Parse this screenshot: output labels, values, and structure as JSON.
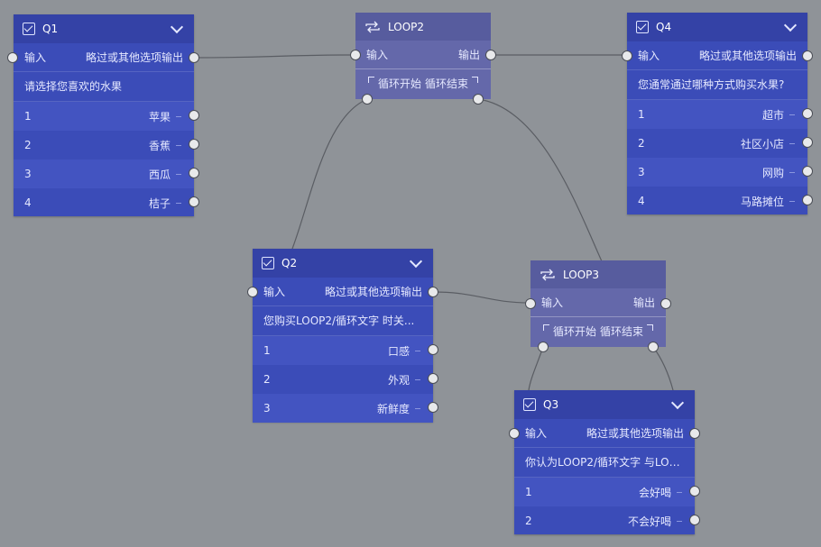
{
  "common": {
    "input_label": "输入",
    "skip_output_label": "略过或其他选项输出",
    "output_label": "输出",
    "loop_start_label": "循环开始",
    "loop_end_label": "循环结束"
  },
  "nodes": {
    "q1": {
      "title": "Q1",
      "question": "请选择您喜欢的水果",
      "options": [
        {
          "num": "1",
          "label": "苹果"
        },
        {
          "num": "2",
          "label": "香蕉"
        },
        {
          "num": "3",
          "label": "西瓜"
        },
        {
          "num": "4",
          "label": "桔子"
        }
      ]
    },
    "q2": {
      "title": "Q2",
      "question": "您购买LOOP2/循环文字 时关...",
      "options": [
        {
          "num": "1",
          "label": "口感"
        },
        {
          "num": "2",
          "label": "外观"
        },
        {
          "num": "3",
          "label": "新鲜度"
        }
      ]
    },
    "q3": {
      "title": "Q3",
      "question": "你认为LOOP2/循环文字 与LOO...",
      "options": [
        {
          "num": "1",
          "label": "会好喝"
        },
        {
          "num": "2",
          "label": "不会好喝"
        }
      ]
    },
    "q4": {
      "title": "Q4",
      "question": "您通常通过哪种方式购买水果?",
      "options": [
        {
          "num": "1",
          "label": "超市"
        },
        {
          "num": "2",
          "label": "社区小店"
        },
        {
          "num": "3",
          "label": "网购"
        },
        {
          "num": "4",
          "label": "马路摊位"
        }
      ]
    },
    "loop2": {
      "title": "LOOP2"
    },
    "loop3": {
      "title": "LOOP3"
    }
  },
  "colors": {
    "canvas": "#8f9398",
    "question_node": "#3b4cb8",
    "question_header": "#3442a6",
    "loop_node": "#6468aa",
    "wire": "#5a5d63"
  },
  "icons": {
    "question_header": "checkbox-icon",
    "collapse": "chevron-down-icon",
    "loop_header": "loop-arrows-icon"
  }
}
